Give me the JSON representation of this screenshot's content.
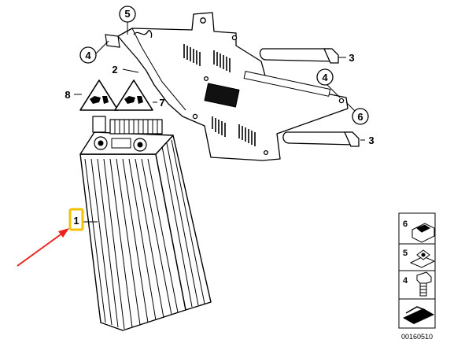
{
  "diagram": {
    "callouts": {
      "item1": "1",
      "item2": "2",
      "item3_top": "3",
      "item3_bottom": "3",
      "item4_left": "4",
      "item4_right": "4",
      "item5": "5",
      "item6": "6",
      "item7": "7",
      "item8": "8"
    },
    "legend": {
      "item6": "6",
      "item5": "5",
      "item4": "4"
    },
    "drawing_code": "00160510",
    "highlight_color": "#f2c200",
    "arrow_color": "#e8241c"
  }
}
